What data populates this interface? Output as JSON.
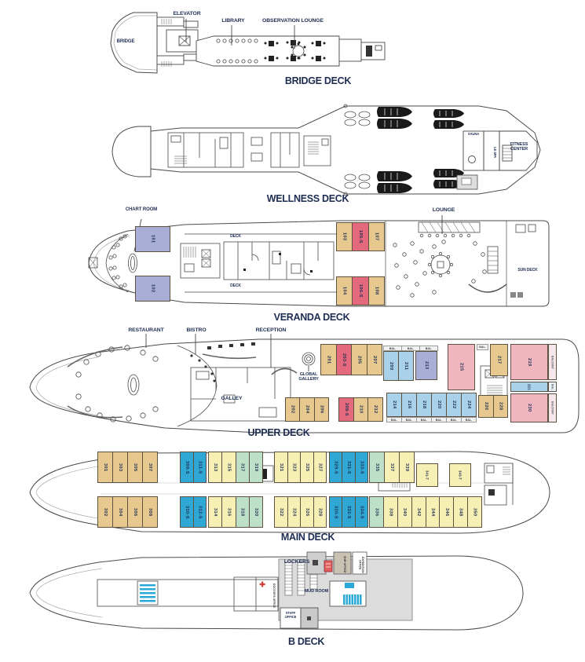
{
  "colors": {
    "title": "#1d2d52",
    "cabin_text": "#1d2d52",
    "cabin": {
      "tan": "#e7c98f",
      "red": "#e5697d",
      "blue": "#a9d2e8",
      "periwinkle": "#a9aed6",
      "pink": "#f0b5bf",
      "cyan": "#2fa8d5",
      "yellow": "#f6f0b4",
      "mint": "#bfe0c8"
    }
  },
  "decks": {
    "bridge": {
      "title": "BRIDGE DECK",
      "labels": {
        "bridge": "BRIDGE",
        "elevator": "ELEVATOR",
        "library": "LIBRARY",
        "observation_lounge": "OBSERVATION LOUNGE"
      }
    },
    "wellness": {
      "title": "WELLNESS DECK",
      "labels": {
        "sauna": "SAUNA",
        "le_spa": "LE SPA",
        "fitness_center": "FITNESS CENTER"
      }
    },
    "veranda": {
      "title": "VERANDA DECK",
      "labels": {
        "chart_room": "CHART ROOM",
        "lounge": "LOUNGE",
        "sun_deck": "SUN DECK",
        "deck_top": "DECK",
        "deck_bottom": "DECK"
      },
      "cabins": {
        "fwd_top": [
          {
            "n": "101",
            "c": "periwinkle"
          }
        ],
        "fwd_bottom": [
          {
            "n": "102",
            "c": "periwinkle"
          }
        ],
        "mid_top": [
          {
            "n": "103",
            "c": "tan"
          },
          {
            "n": "105-S",
            "c": "red"
          },
          {
            "n": "107",
            "c": "tan"
          }
        ],
        "mid_bottom": [
          {
            "n": "104",
            "c": "tan"
          },
          {
            "n": "106-S",
            "c": "red"
          },
          {
            "n": "108",
            "c": "tan"
          }
        ]
      }
    },
    "upper": {
      "title": "UPPER DECK",
      "labels": {
        "restaurant": "RESTAURANT",
        "bistro": "BISTRO",
        "reception": "RECEPTION",
        "galley": "GALLEY",
        "global_gallery": "GLOBAL GALLERY",
        "bal": "BAL.",
        "balcony": "BALCONY"
      },
      "cabins": {
        "top_fwd": [
          {
            "n": "201",
            "c": "tan"
          },
          {
            "n": "203-S",
            "c": "red"
          },
          {
            "n": "205",
            "c": "tan"
          },
          {
            "n": "207",
            "c": "tan"
          }
        ],
        "top_bal": [
          {
            "n": "209",
            "c": "blue"
          },
          {
            "n": "211",
            "c": "blue"
          }
        ],
        "s213": {
          "n": "213",
          "c": "periwinkle"
        },
        "s215": {
          "n": "215",
          "c": "pink"
        },
        "s217": {
          "n": "217",
          "c": "tan"
        },
        "s219": {
          "n": "219",
          "c": "pink"
        },
        "s221": {
          "n": "221",
          "c": "blue"
        },
        "s230": {
          "n": "230",
          "c": "pink"
        },
        "bot_fwd": [
          {
            "n": "202",
            "c": "tan"
          },
          {
            "n": "204",
            "c": "tan"
          },
          {
            "n": "206",
            "c": "tan"
          }
        ],
        "bot_mid": [
          {
            "n": "208-S",
            "c": "red"
          },
          {
            "n": "210",
            "c": "tan"
          },
          {
            "n": "212",
            "c": "tan"
          }
        ],
        "bot_bal": [
          {
            "n": "214",
            "c": "blue"
          },
          {
            "n": "216",
            "c": "blue"
          },
          {
            "n": "218",
            "c": "blue"
          },
          {
            "n": "220",
            "c": "blue"
          },
          {
            "n": "222",
            "c": "blue"
          },
          {
            "n": "224",
            "c": "blue"
          }
        ],
        "bot_aft": [
          {
            "n": "226",
            "c": "tan"
          },
          {
            "n": "228",
            "c": "tan"
          }
        ]
      }
    },
    "main": {
      "title": "MAIN DECK",
      "cabins": {
        "top_g1": [
          {
            "n": "301",
            "c": "tan"
          },
          {
            "n": "303",
            "c": "tan"
          },
          {
            "n": "305",
            "c": "tan"
          },
          {
            "n": "307",
            "c": "tan"
          }
        ],
        "top_g2": [
          {
            "n": "309-S",
            "c": "cyan"
          },
          {
            "n": "311-S",
            "c": "cyan"
          }
        ],
        "top_g3": [
          {
            "n": "313",
            "c": "yellow"
          },
          {
            "n": "315",
            "c": "yellow"
          },
          {
            "n": "317",
            "c": "mint"
          },
          {
            "n": "319",
            "c": "mint"
          }
        ],
        "top_g4": [
          {
            "n": "321",
            "c": "yellow"
          },
          {
            "n": "323",
            "c": "yellow"
          },
          {
            "n": "325",
            "c": "yellow"
          },
          {
            "n": "327",
            "c": "yellow"
          }
        ],
        "top_g5": [
          {
            "n": "329-S",
            "c": "cyan"
          },
          {
            "n": "331-S",
            "c": "cyan"
          },
          {
            "n": "333-S",
            "c": "cyan"
          }
        ],
        "top_g6": [
          {
            "n": "335",
            "c": "mint"
          },
          {
            "n": "337",
            "c": "yellow"
          },
          {
            "n": "339",
            "c": "yellow"
          }
        ],
        "s341": {
          "n": "341-T",
          "c": "yellow"
        },
        "s343": {
          "n": "343-T",
          "c": "yellow"
        },
        "bot_g1": [
          {
            "n": "302",
            "c": "tan"
          },
          {
            "n": "304",
            "c": "tan"
          },
          {
            "n": "306",
            "c": "tan"
          },
          {
            "n": "308",
            "c": "tan"
          }
        ],
        "bot_g2": [
          {
            "n": "310-S",
            "c": "cyan"
          },
          {
            "n": "312-S",
            "c": "cyan"
          }
        ],
        "bot_g3": [
          {
            "n": "314",
            "c": "yellow"
          },
          {
            "n": "316",
            "c": "yellow"
          },
          {
            "n": "318",
            "c": "mint"
          },
          {
            "n": "320",
            "c": "mint"
          }
        ],
        "bot_g4": [
          {
            "n": "322",
            "c": "yellow"
          },
          {
            "n": "324",
            "c": "yellow"
          },
          {
            "n": "326",
            "c": "yellow"
          },
          {
            "n": "328",
            "c": "yellow"
          }
        ],
        "bot_g5": [
          {
            "n": "330-S",
            "c": "cyan"
          },
          {
            "n": "332-S",
            "c": "cyan"
          },
          {
            "n": "334-S",
            "c": "cyan"
          }
        ],
        "bot_g6": [
          {
            "n": "336",
            "c": "mint"
          },
          {
            "n": "338",
            "c": "yellow"
          },
          {
            "n": "340",
            "c": "yellow"
          },
          {
            "n": "342",
            "c": "yellow"
          },
          {
            "n": "344",
            "c": "yellow"
          },
          {
            "n": "346",
            "c": "yellow"
          },
          {
            "n": "348",
            "c": "yellow"
          },
          {
            "n": "350",
            "c": "yellow"
          }
        ]
      }
    },
    "bdeck": {
      "title": "B DECK",
      "labels": {
        "lockers": "LOCKERS",
        "mud_room": "MUD ROOM",
        "staff_office": "STAFF OFFICE",
        "doctors_office": "DOCTOR'S OFFICE",
        "ship_office": "SHIP OFFICE",
        "expedition_office": "EXPEDITION OFFICE"
      }
    }
  }
}
